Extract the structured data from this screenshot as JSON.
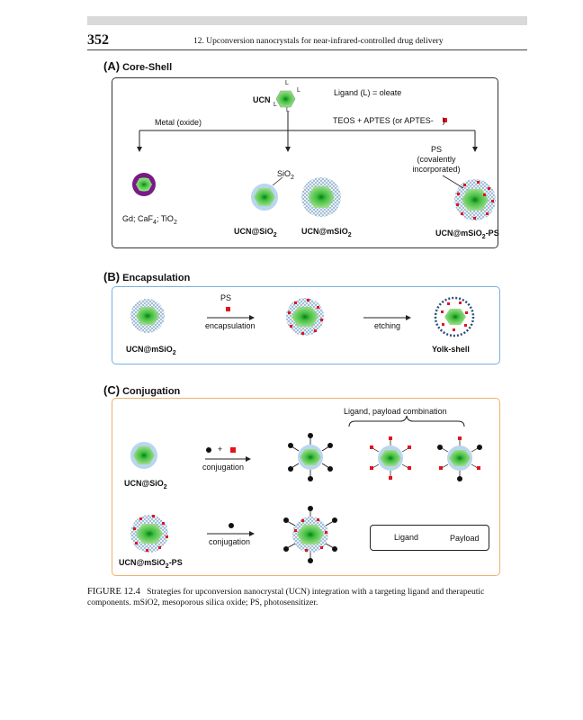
{
  "header": {
    "page_number": "352",
    "running_head": "12.  Upconversion nanocrystals for near-infrared-controlled drug delivery"
  },
  "sections": {
    "a": {
      "letter": "(A)",
      "title": "Core-Shell"
    },
    "b": {
      "letter": "(B)",
      "title": "Encapsulation"
    },
    "c": {
      "letter": "(C)",
      "title": "Conjugation"
    }
  },
  "panel_a": {
    "ucn_label": "UCN",
    "ligand_mark": "L",
    "ligand_note": "Ligand (L) = oleate",
    "branch_left": "Metal (oxide)",
    "branch_right": "TEOS + APTES (or APTES-",
    "branch_right_end": ")",
    "ps_note_1": "PS",
    "ps_note_2": "(covalently",
    "ps_note_3": "incorporated)",
    "sio2_label": "SiO",
    "metal_list": "Gd; CaF",
    "metal_list_mid": "; TiO",
    "sub_2": "2",
    "sub_4": "4",
    "ucn_sio2": "UCN@SiO",
    "ucn_msio2": "UCN@mSiO",
    "ucn_msio2_ps": "UCN@mSiO",
    "ps_suffix": "-PS"
  },
  "panel_b": {
    "ps_label": "PS",
    "encapsulation": "encapsulation",
    "etching": "etching",
    "ucn_msio2": "UCN@mSiO",
    "sub_2": "2",
    "yolk_shell": "Yolk-shell"
  },
  "panel_c": {
    "ligand_payload_combination": "Ligand, payload combination",
    "plus": "+",
    "conjugation_1": "conjugation",
    "conjugation_2": "conjugation",
    "ucn_sio2": "UCN@SiO",
    "sub_2": "2",
    "ucn_msio2_ps": "UCN@mSiO",
    "ps_suffix": "-PS",
    "legend_ligand": "Ligand",
    "legend_payload": "Payload"
  },
  "caption": {
    "figure_label": "FIGURE 12.4",
    "text": "Strategies for upconversion nanocrystal (UCN) integration with a targeting ligand and therapeutic components. mSiO2, mesoporous silica oxide; PS, photosensitizer."
  },
  "colors": {
    "hexagon_core": "#3fbf3f",
    "hexagon_edge": "#9ad39a",
    "silica": "#b9d6ee",
    "payload": "#e0141e",
    "ligand": "#111111",
    "shell_purple": "#7a1a86",
    "panel_b_border": "#7aaee3",
    "panel_c_border": "#f0b16e"
  }
}
